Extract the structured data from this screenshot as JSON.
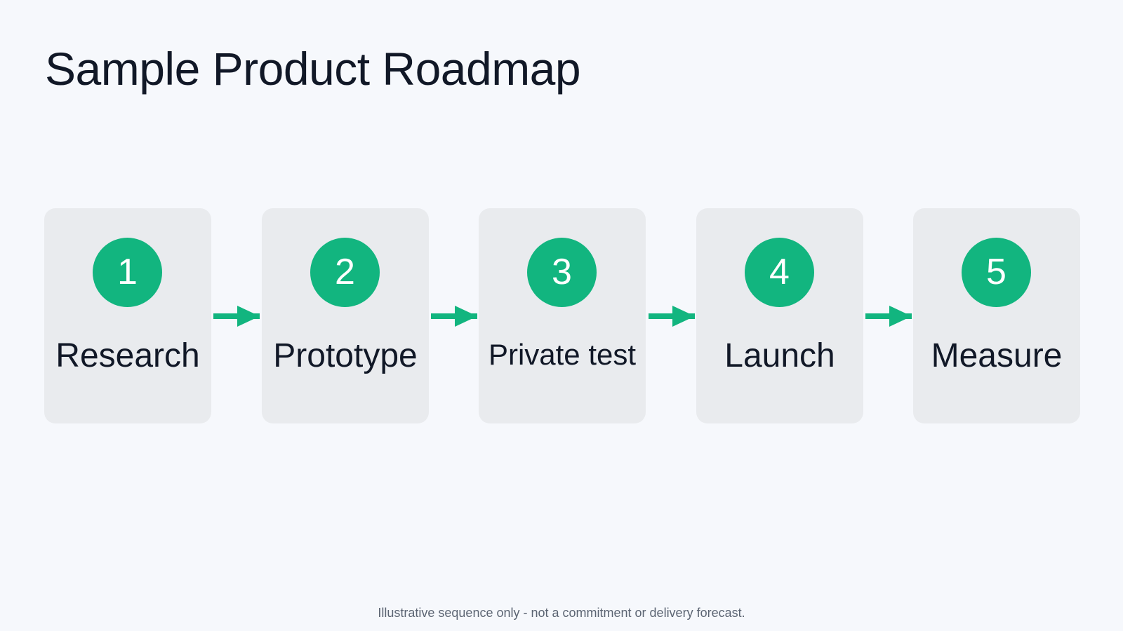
{
  "title": "Sample Product Roadmap",
  "accent_color": "#12b57f",
  "card_color": "#e9ebee",
  "steps": [
    {
      "number": "1",
      "label": "Research"
    },
    {
      "number": "2",
      "label": "Prototype"
    },
    {
      "number": "3",
      "label": "Private test"
    },
    {
      "number": "4",
      "label": "Launch"
    },
    {
      "number": "5",
      "label": "Measure"
    }
  ],
  "footnote": "Illustrative sequence only - not a commitment or delivery forecast."
}
